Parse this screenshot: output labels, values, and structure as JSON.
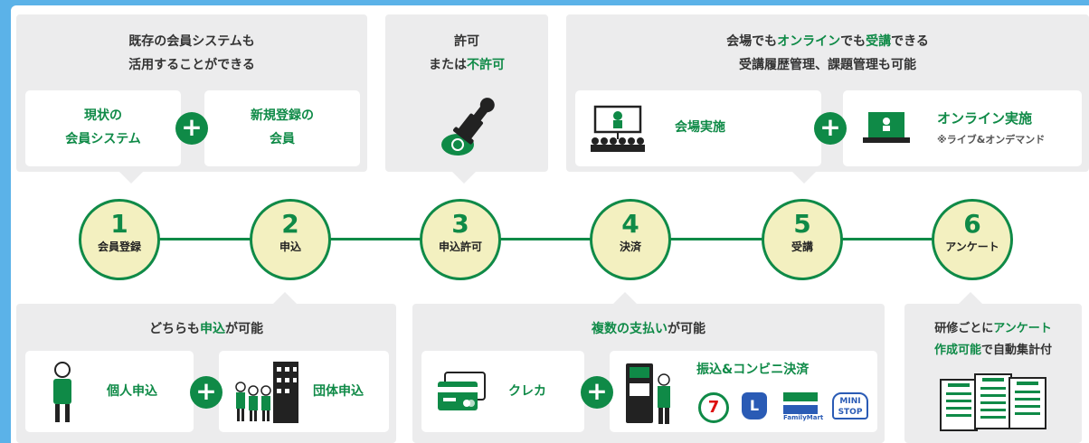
{
  "steps": [
    {
      "num": "1",
      "label": "会員登録"
    },
    {
      "num": "2",
      "label": "申込"
    },
    {
      "num": "3",
      "label": "申込許可"
    },
    {
      "num": "4",
      "label": "決済"
    },
    {
      "num": "5",
      "label": "受講"
    },
    {
      "num": "6",
      "label": "アンケート"
    }
  ],
  "member_panel": {
    "title_l1": "既存の会員システムも",
    "title_l2": "活用することができる",
    "card1_l1": "現状の",
    "card1_l2": "会員システム",
    "card2_l1": "新規登録の",
    "card2_l2": "会員"
  },
  "permit_panel": {
    "title_l1": "許可",
    "title_l2_pre": "または",
    "title_l2_em": "不許可"
  },
  "attend_panel": {
    "l1_a": "会場",
    "l1_b": "でも",
    "l1_c": "オンライン",
    "l1_d": "でも",
    "l1_e": "受講",
    "l1_f": "できる",
    "title_l2": "受講履歴管理、課題管理も可能",
    "venue_label": "会場実施",
    "online_label": "オンライン実施",
    "online_note": "※ライブ&オンデマンド"
  },
  "apply_panel": {
    "title_pre": "どちらも",
    "title_em": "申込",
    "title_post": "が可能",
    "individual": "個人申込",
    "group": "団体申込"
  },
  "pay_panel": {
    "title_em": "複数の支払い",
    "title_post": "が可能",
    "card_label": "クレカ",
    "transfer_label": "振込&コンビニ決済",
    "store_logos": [
      "7",
      "L",
      "FamilyMart",
      "MINI STOP"
    ]
  },
  "survey_panel": {
    "l1_pre": "研修ごとに",
    "l1_em": "アンケート",
    "l2_em": "作成可能",
    "l2_post": "で自動集計付"
  },
  "colors": {
    "accent": "#0f8a47",
    "circle_fill": "#f3f0c0",
    "panel": "#ececed",
    "frame": "#5bb2e8"
  },
  "icons": [
    "stamp-icon",
    "venue-icon",
    "laptop-icon",
    "person-icon",
    "group-icon",
    "building-icon",
    "credit-card-icon",
    "atm-icon",
    "survey-sheets-icon",
    "plus-icon"
  ]
}
